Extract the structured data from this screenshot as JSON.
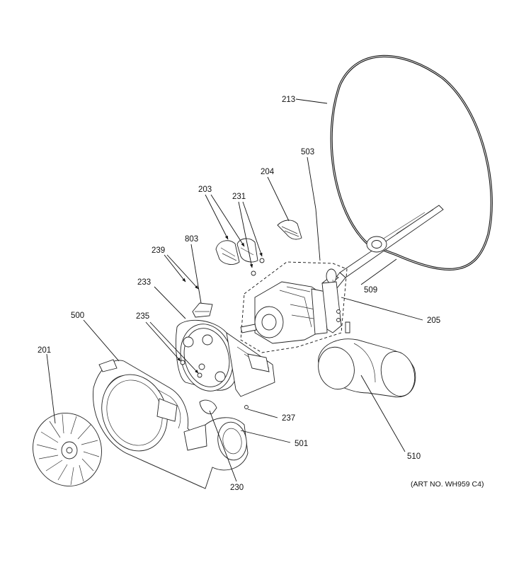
{
  "callouts": {
    "c213": "213",
    "c503": "503",
    "c204": "204",
    "c203": "203",
    "c231": "231",
    "c803": "803",
    "c239": "239",
    "c233": "233",
    "c235": "235",
    "c500": "500",
    "c201": "201",
    "c509": "509",
    "c205": "205",
    "c237": "237",
    "c501": "501",
    "c510": "510",
    "c230": "230"
  },
  "art_number": "(ART NO. WH959 C4)"
}
